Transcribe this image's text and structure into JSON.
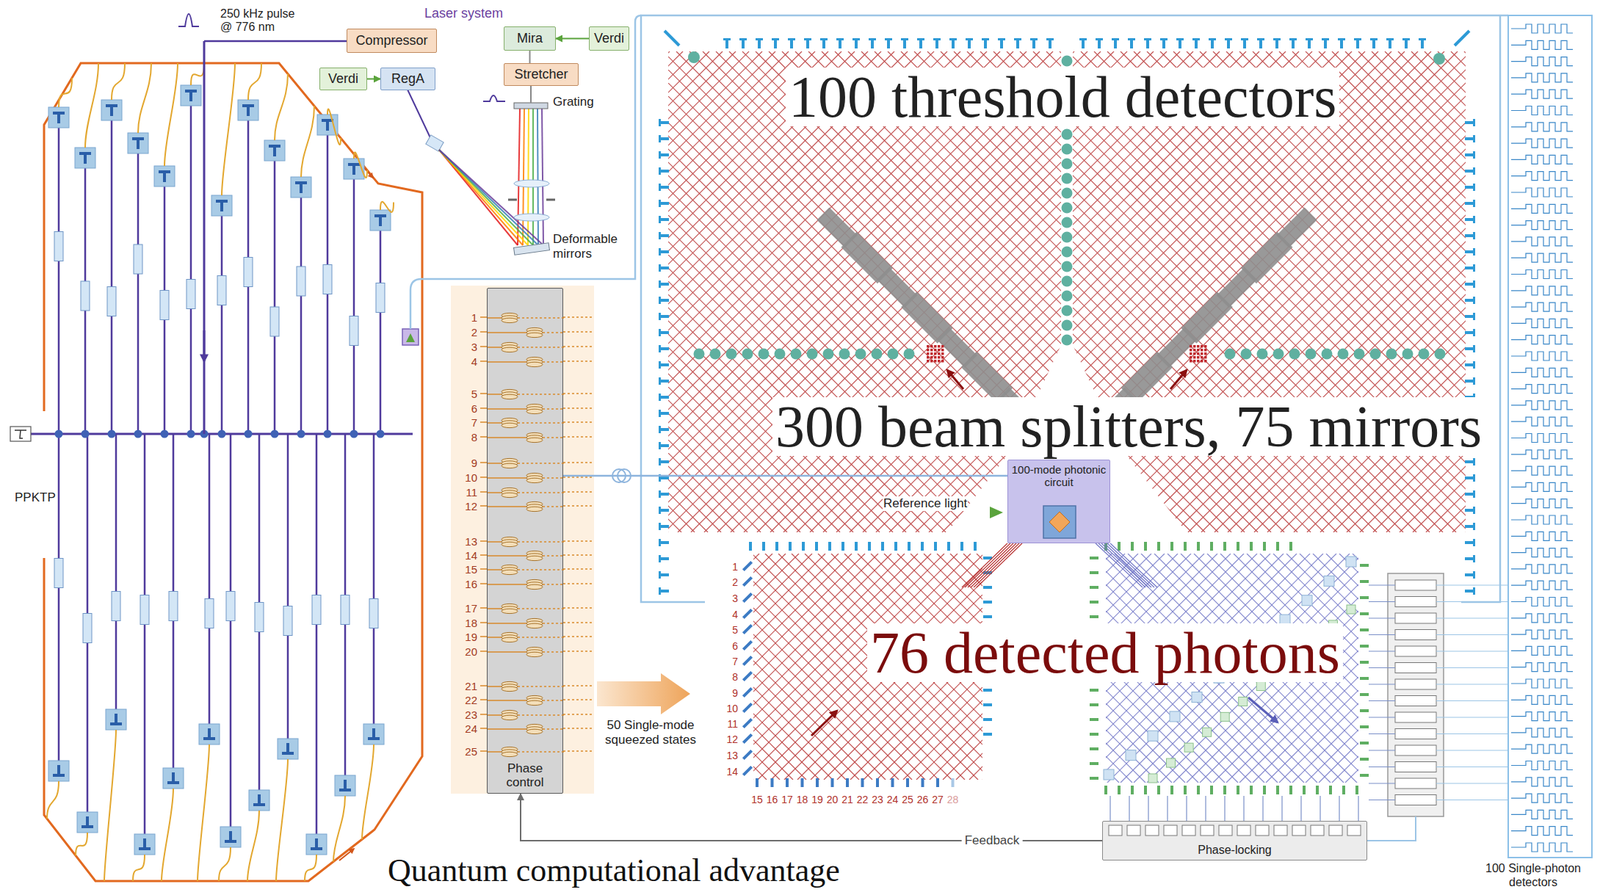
{
  "diagram": {
    "caption": "Quantum computational advantage",
    "nodes": [
      {
        "text": [
          "Compressor"
        ]
      },
      {
        "text": [
          "Verdi"
        ]
      },
      {
        "text": [
          "RegA"
        ]
      },
      {
        "text": [
          "Mira"
        ]
      },
      {
        "text": [
          "Verdi"
        ]
      },
      {
        "text": [
          "Stretcher"
        ]
      },
      {
        "text": [
          "Phase control"
        ]
      },
      {
        "text": [
          "100-mode photonic circuit"
        ]
      },
      {
        "text": [
          "Phase-locking"
        ]
      },
      {
        "text": [
          "100 Single-photon detectors"
        ]
      }
    ],
    "edges": [
      {
        "from": 1,
        "to": 2,
        "arrow": "to"
      },
      {
        "from": 4,
        "to": 3,
        "arrow": "to"
      },
      {
        "from": 3,
        "to": 5,
        "arrow": "none"
      },
      {
        "from": 6,
        "to": 7,
        "arrow": "none"
      },
      {
        "from": 8,
        "to": 6,
        "label": "Feedback",
        "arrow": "to"
      }
    ],
    "labels": [
      "250 kHz pulse @ 776 nm",
      "Laser system",
      "Grating",
      "Deformable mirrors",
      "PPKTP",
      "1",
      "2",
      "3",
      "4",
      "5",
      "6",
      "7",
      "8",
      "9",
      "10",
      "11",
      "12",
      "13",
      "14",
      "15",
      "16",
      "17",
      "18",
      "19",
      "20",
      "21",
      "22",
      "23",
      "24",
      "25",
      "50 Single-mode squeezed states",
      "100 threshold detectors",
      "300 beam splitters, 75 mirrors",
      "Reference light",
      "1",
      "2",
      "3",
      "4",
      "5",
      "6",
      "7",
      "8",
      "9",
      "10",
      "11",
      "12",
      "13",
      "14",
      "15",
      "16",
      "17",
      "18",
      "19",
      "20",
      "21",
      "22",
      "23",
      "24",
      "25",
      "26",
      "27",
      "28",
      "76 detected photons"
    ]
  }
}
